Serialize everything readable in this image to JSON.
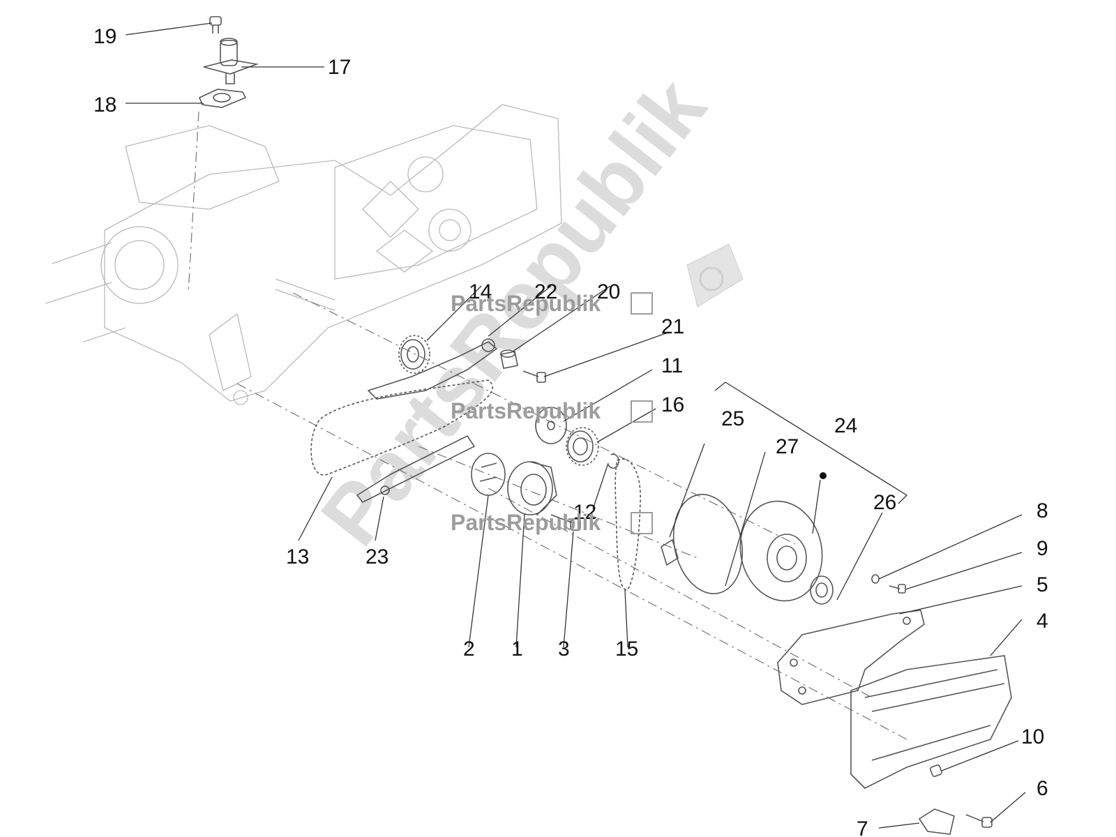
{
  "watermark": {
    "text": "PartsRepublik",
    "big_text": "PartsRepublik"
  },
  "callouts": {
    "c1": "1",
    "c2": "2",
    "c3": "3",
    "c4": "4",
    "c5": "5",
    "c6": "6",
    "c7": "7",
    "c8": "8",
    "c9": "9",
    "c10": "10",
    "c11": "11",
    "c12": "12",
    "c13": "13",
    "c14": "14",
    "c15": "15",
    "c16": "16",
    "c17": "17",
    "c18": "18",
    "c19": "19",
    "c20": "20",
    "c21": "21",
    "c22": "22",
    "c23": "23",
    "c24": "24",
    "c25": "25",
    "c26": "26",
    "c27": "27"
  },
  "colors": {
    "line": "#333333",
    "ghost_line": "#b9b9b9",
    "watermark": "#9c9c9c"
  }
}
